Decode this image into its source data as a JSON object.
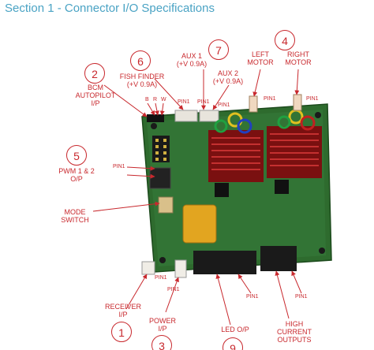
{
  "header": {
    "title": "Section 1 - Connector I/O Specifications"
  },
  "colors": {
    "accent": "#c8282d",
    "title": "#4aa3c4",
    "board": "#2e6b2e"
  },
  "callouts": [
    {
      "id": "bcm",
      "number": "2",
      "lines": [
        "BCM",
        "AUTOPILOT",
        "I/P"
      ]
    },
    {
      "id": "fish",
      "number": "6",
      "lines": [
        "FISH FINDER",
        "(+V 0.9A)"
      ]
    },
    {
      "id": "aux",
      "number": "7",
      "aux1": [
        "AUX 1",
        "(+V 0.9A)"
      ],
      "aux2": [
        "AUX 2",
        "(+V 0.9A)"
      ]
    },
    {
      "id": "motor",
      "number": "4",
      "left": [
        "LEFT",
        "MOTOR"
      ],
      "right": [
        "RIGHT",
        "MOTOR"
      ]
    },
    {
      "id": "pwm",
      "number": "5",
      "lines": [
        "PWM 1 & 2",
        "O/P"
      ]
    },
    {
      "id": "mode",
      "lines": [
        "MODE",
        "SWITCH"
      ]
    },
    {
      "id": "receiver",
      "number": "1",
      "lines": [
        "RECEIVER",
        "I/P"
      ]
    },
    {
      "id": "power",
      "number": "3",
      "lines": [
        "POWER",
        "I/P"
      ]
    },
    {
      "id": "led",
      "number": "9",
      "lines": [
        "LED O/P"
      ]
    },
    {
      "id": "hc",
      "lines": [
        "HIGH",
        "CURRENT",
        "OUTPUTS"
      ]
    }
  ],
  "bcm_pins": {
    "b": "B",
    "r": "R",
    "w": "W"
  },
  "pin_label": "PIN1"
}
